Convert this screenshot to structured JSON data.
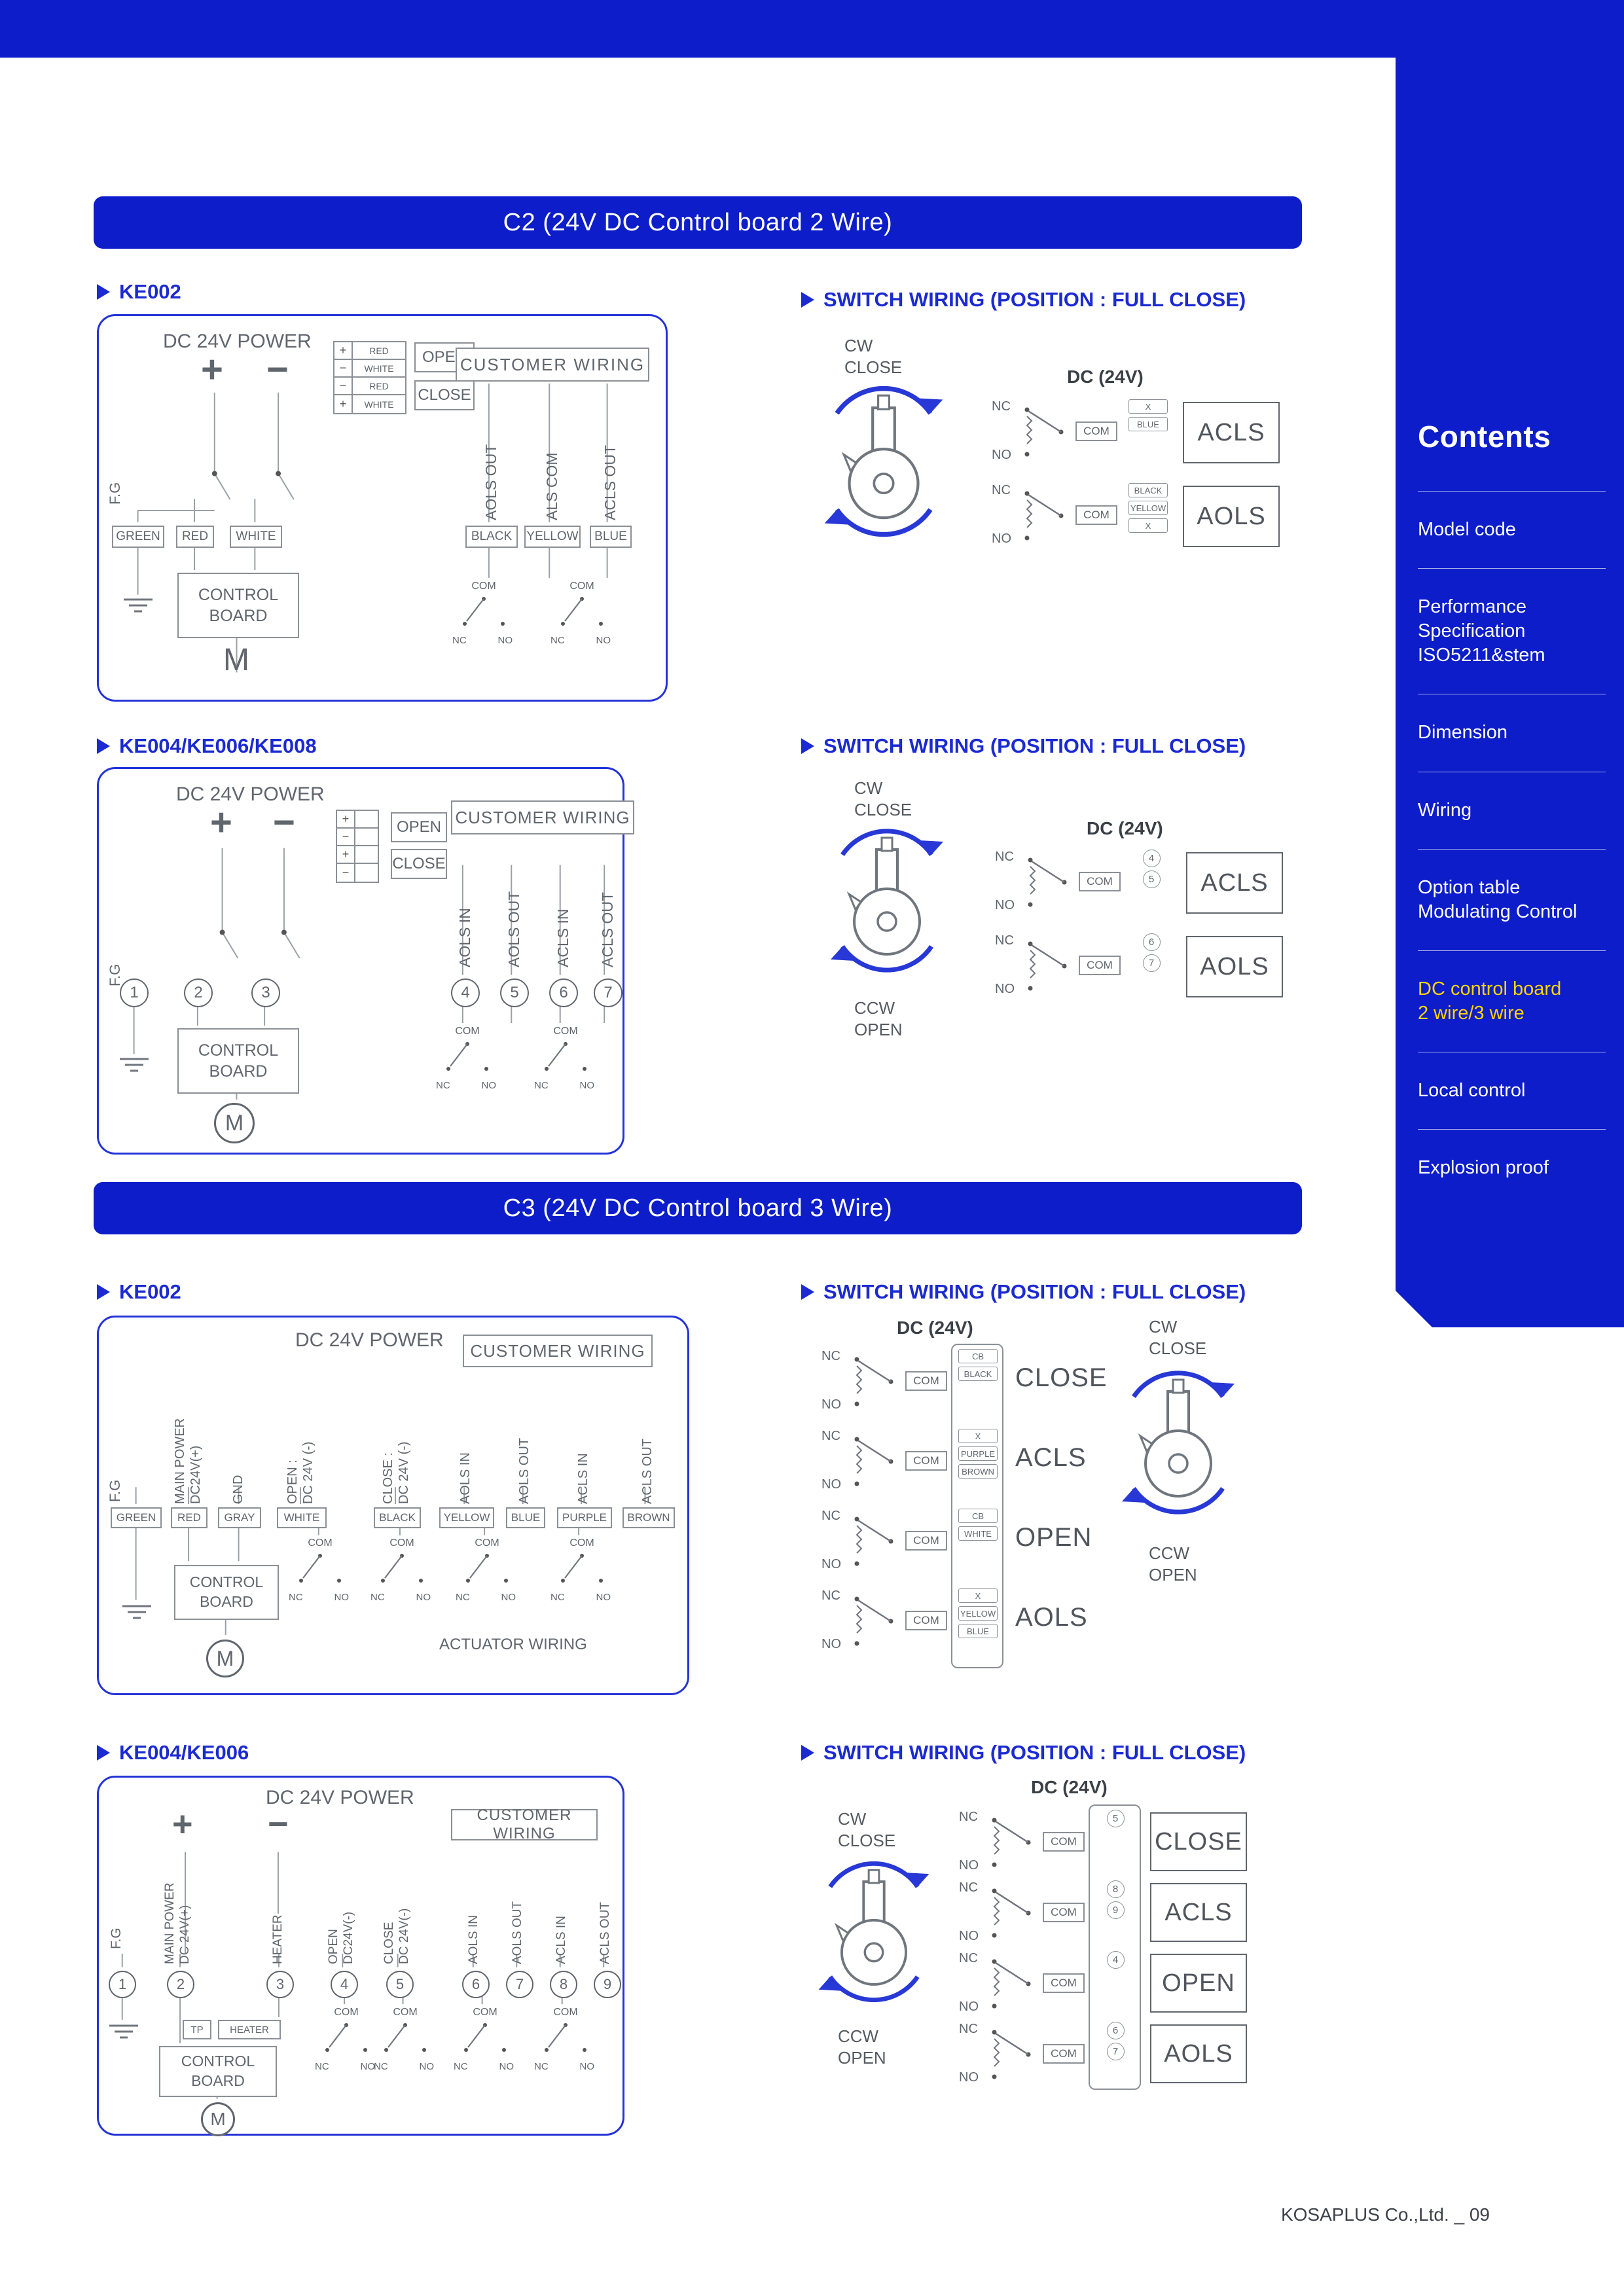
{
  "banners": {
    "c2": "C2 (24V DC Control board 2 Wire)",
    "c3": "C3 (24V DC Control board 3 Wire)"
  },
  "switch_title": "SWITCH WIRING (POSITION : FULL CLOSE)",
  "dc24": "DC (24V)",
  "sw": {
    "com": "COM",
    "nc": "NC",
    "no": "NO"
  },
  "rot": {
    "cw": "CW\nCLOSE",
    "ccw": "CCW\nOPEN"
  },
  "d1": {
    "model": "KE002",
    "power": "DC 24V POWER",
    "plus": "+",
    "minus": "−",
    "tb_rows": [
      {
        "sign": "+",
        "label": "RED"
      },
      {
        "sign": "−",
        "label": "WHITE"
      },
      {
        "sign": "−",
        "label": "RED"
      },
      {
        "sign": "+",
        "label": "WHITE"
      }
    ],
    "open": "OPEN",
    "close": "CLOSE",
    "customer": "CUSTOMER WIRING",
    "fg": "F.G",
    "wires_left": [
      "GREEN",
      "RED",
      "WHITE"
    ],
    "board": "CONTROL\nBOARD",
    "motor": "M",
    "vlabels": [
      "AOLS OUT",
      "ALS COM",
      "ACLS OUT"
    ],
    "wires_right": [
      "BLACK",
      "YELLOW",
      "BLUE"
    ]
  },
  "s1": {
    "groups": [
      {
        "name": "ACLS",
        "tags": [
          "X",
          "BLUE"
        ]
      },
      {
        "name": "AOLS",
        "tags": [
          "BLACK",
          "YELLOW",
          "X"
        ]
      }
    ]
  },
  "d2": {
    "model": "KE004/KE006/KE008",
    "power": "DC 24V POWER",
    "plus": "+",
    "minus": "−",
    "tb_rows": [
      {
        "sign": "+"
      },
      {
        "sign": "−"
      },
      {
        "sign": "+"
      },
      {
        "sign": "−"
      }
    ],
    "open": "OPEN",
    "close": "CLOSE",
    "customer": "CUSTOMER WIRING",
    "fg": "F.G",
    "terminals": [
      "1",
      "2",
      "3",
      "4",
      "5",
      "6",
      "7"
    ],
    "vlabels": [
      "AOLS IN",
      "AOLS OUT",
      "ACLS IN",
      "ACLS OUT"
    ],
    "board": "CONTROL\nBOARD",
    "motor": "M"
  },
  "s2": {
    "groups": [
      {
        "name": "ACLS",
        "tags": [
          "4",
          "5"
        ]
      },
      {
        "name": "AOLS",
        "tags": [
          "6",
          "7"
        ]
      }
    ]
  },
  "d3": {
    "model": "KE002",
    "power": "DC 24V POWER",
    "customer": "CUSTOMER WIRING",
    "fg": "F.G",
    "vlabels": [
      "MAIN POWER\nDC24V(+)",
      "GND",
      "OPEN :\nDC 24V (-)",
      "CLOSE :\nDC 24V (-)",
      "AOLS IN",
      "AOLS OUT",
      "ACLS IN",
      "ACLS OUT"
    ],
    "wires": [
      "GREEN",
      "RED",
      "GRAY",
      "WHITE",
      "BLACK",
      "YELLOW",
      "BLUE",
      "PURPLE",
      "BROWN"
    ],
    "board": "CONTROL\nBOARD",
    "motor": "M",
    "actuator": "ACTUATOR WIRING"
  },
  "s3": {
    "groups": [
      {
        "name": "CLOSE",
        "tags": [
          "CB",
          "BLACK"
        ]
      },
      {
        "name": "ACLS",
        "tags": [
          "X",
          "PURPLE",
          "BROWN"
        ]
      },
      {
        "name": "OPEN",
        "tags": [
          "CB",
          "WHITE"
        ]
      },
      {
        "name": "AOLS",
        "tags": [
          "X",
          "YELLOW",
          "BLUE"
        ]
      }
    ]
  },
  "d4": {
    "model": "KE004/KE006",
    "power": "DC 24V POWER",
    "plus": "+",
    "minus": "−",
    "customer": "CUSTOMER WIRING",
    "fg": "F.G",
    "vlabels": [
      "MAIN POWER\nDC 24V(+)",
      "HEATER",
      "OPEN\nDC24V(-)",
      "CLOSE\nDC 24V(-)",
      "AOLS IN",
      "AOLS OUT",
      "ACLS IN",
      "ACLS OUT"
    ],
    "terminals": [
      "1",
      "2",
      "3",
      "4",
      "5",
      "6",
      "7",
      "8",
      "9"
    ],
    "tp": "TP",
    "heater": "HEATER",
    "board": "CONTROL\nBOARD",
    "motor": "M"
  },
  "s4": {
    "groups": [
      {
        "name": "CLOSE",
        "tags": [
          "5"
        ]
      },
      {
        "name": "ACLS",
        "tags": [
          "8",
          "9"
        ]
      },
      {
        "name": "OPEN",
        "tags": [
          "4"
        ]
      },
      {
        "name": "AOLS",
        "tags": [
          "6",
          "7"
        ]
      }
    ]
  },
  "sidebar": {
    "title": "Contents",
    "items": [
      {
        "label": "Model code",
        "active": false
      },
      {
        "label": "Performance\nSpecification\nISO5211&stem",
        "active": false
      },
      {
        "label": "Dimension",
        "active": false
      },
      {
        "label": "Wiring",
        "active": false
      },
      {
        "label": "Option table\nModulating Control",
        "active": false
      },
      {
        "label": "DC control board\n2 wire/3 wire",
        "active": true
      },
      {
        "label": "Local control",
        "active": false
      },
      {
        "label": "Explosion proof",
        "active": false
      }
    ]
  },
  "footer": "KOSAPLUS Co.,Ltd. _ 09",
  "colors": {
    "blue": "#0c1dc9",
    "accent_yellow": "#ffd400",
    "diagram_border": "#2433d8"
  }
}
